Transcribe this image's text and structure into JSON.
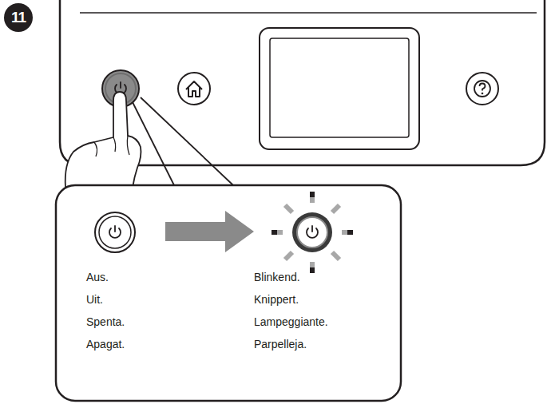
{
  "diagram": {
    "labels": [
      "11",
      "Aus.",
      "Uit.",
      "Spenta.",
      "Apagat.",
      "Blinkend.",
      "Knippert.",
      "Lampeggiante.",
      "Parpelleja."
    ]
  }
}
